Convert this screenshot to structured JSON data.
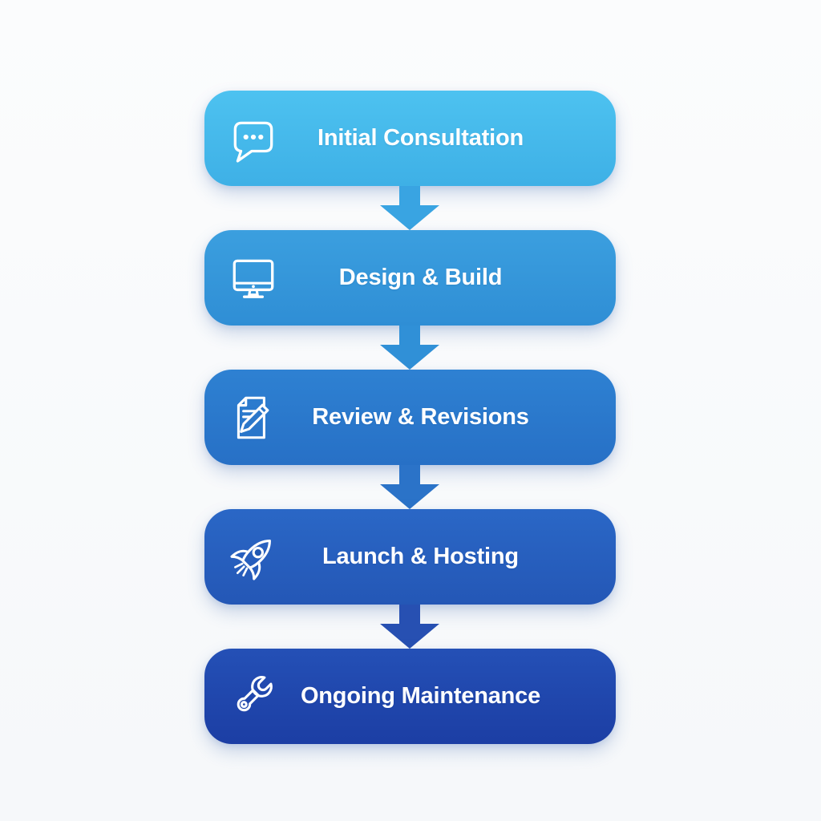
{
  "diagram": {
    "name": "process-flow",
    "background": "#fafbfc",
    "text_color": "#ffffff"
  },
  "steps": [
    {
      "label": "Initial Consultation",
      "icon": "chat-bubble-icon",
      "color_top": "#4dc2f0",
      "color_bottom": "#3eb0e6",
      "arrow_color": "#39a4e2"
    },
    {
      "label": "Design & Build",
      "icon": "monitor-icon",
      "color_top": "#3b9fdf",
      "color_bottom": "#2f8ed5",
      "arrow_color": "#3090d7"
    },
    {
      "label": "Review & Revisions",
      "icon": "document-pencil-icon",
      "color_top": "#2e81d2",
      "color_bottom": "#2770c6",
      "arrow_color": "#2b73c8"
    },
    {
      "label": "Launch & Hosting",
      "icon": "rocket-icon",
      "color_top": "#2a67c6",
      "color_bottom": "#2457b6",
      "arrow_color": "#2750b2"
    },
    {
      "label": "Ongoing Maintenance",
      "icon": "wrench-icon",
      "color_top": "#2450b6",
      "color_bottom": "#1c3ea4",
      "arrow_color": "#1f46ac"
    }
  ]
}
